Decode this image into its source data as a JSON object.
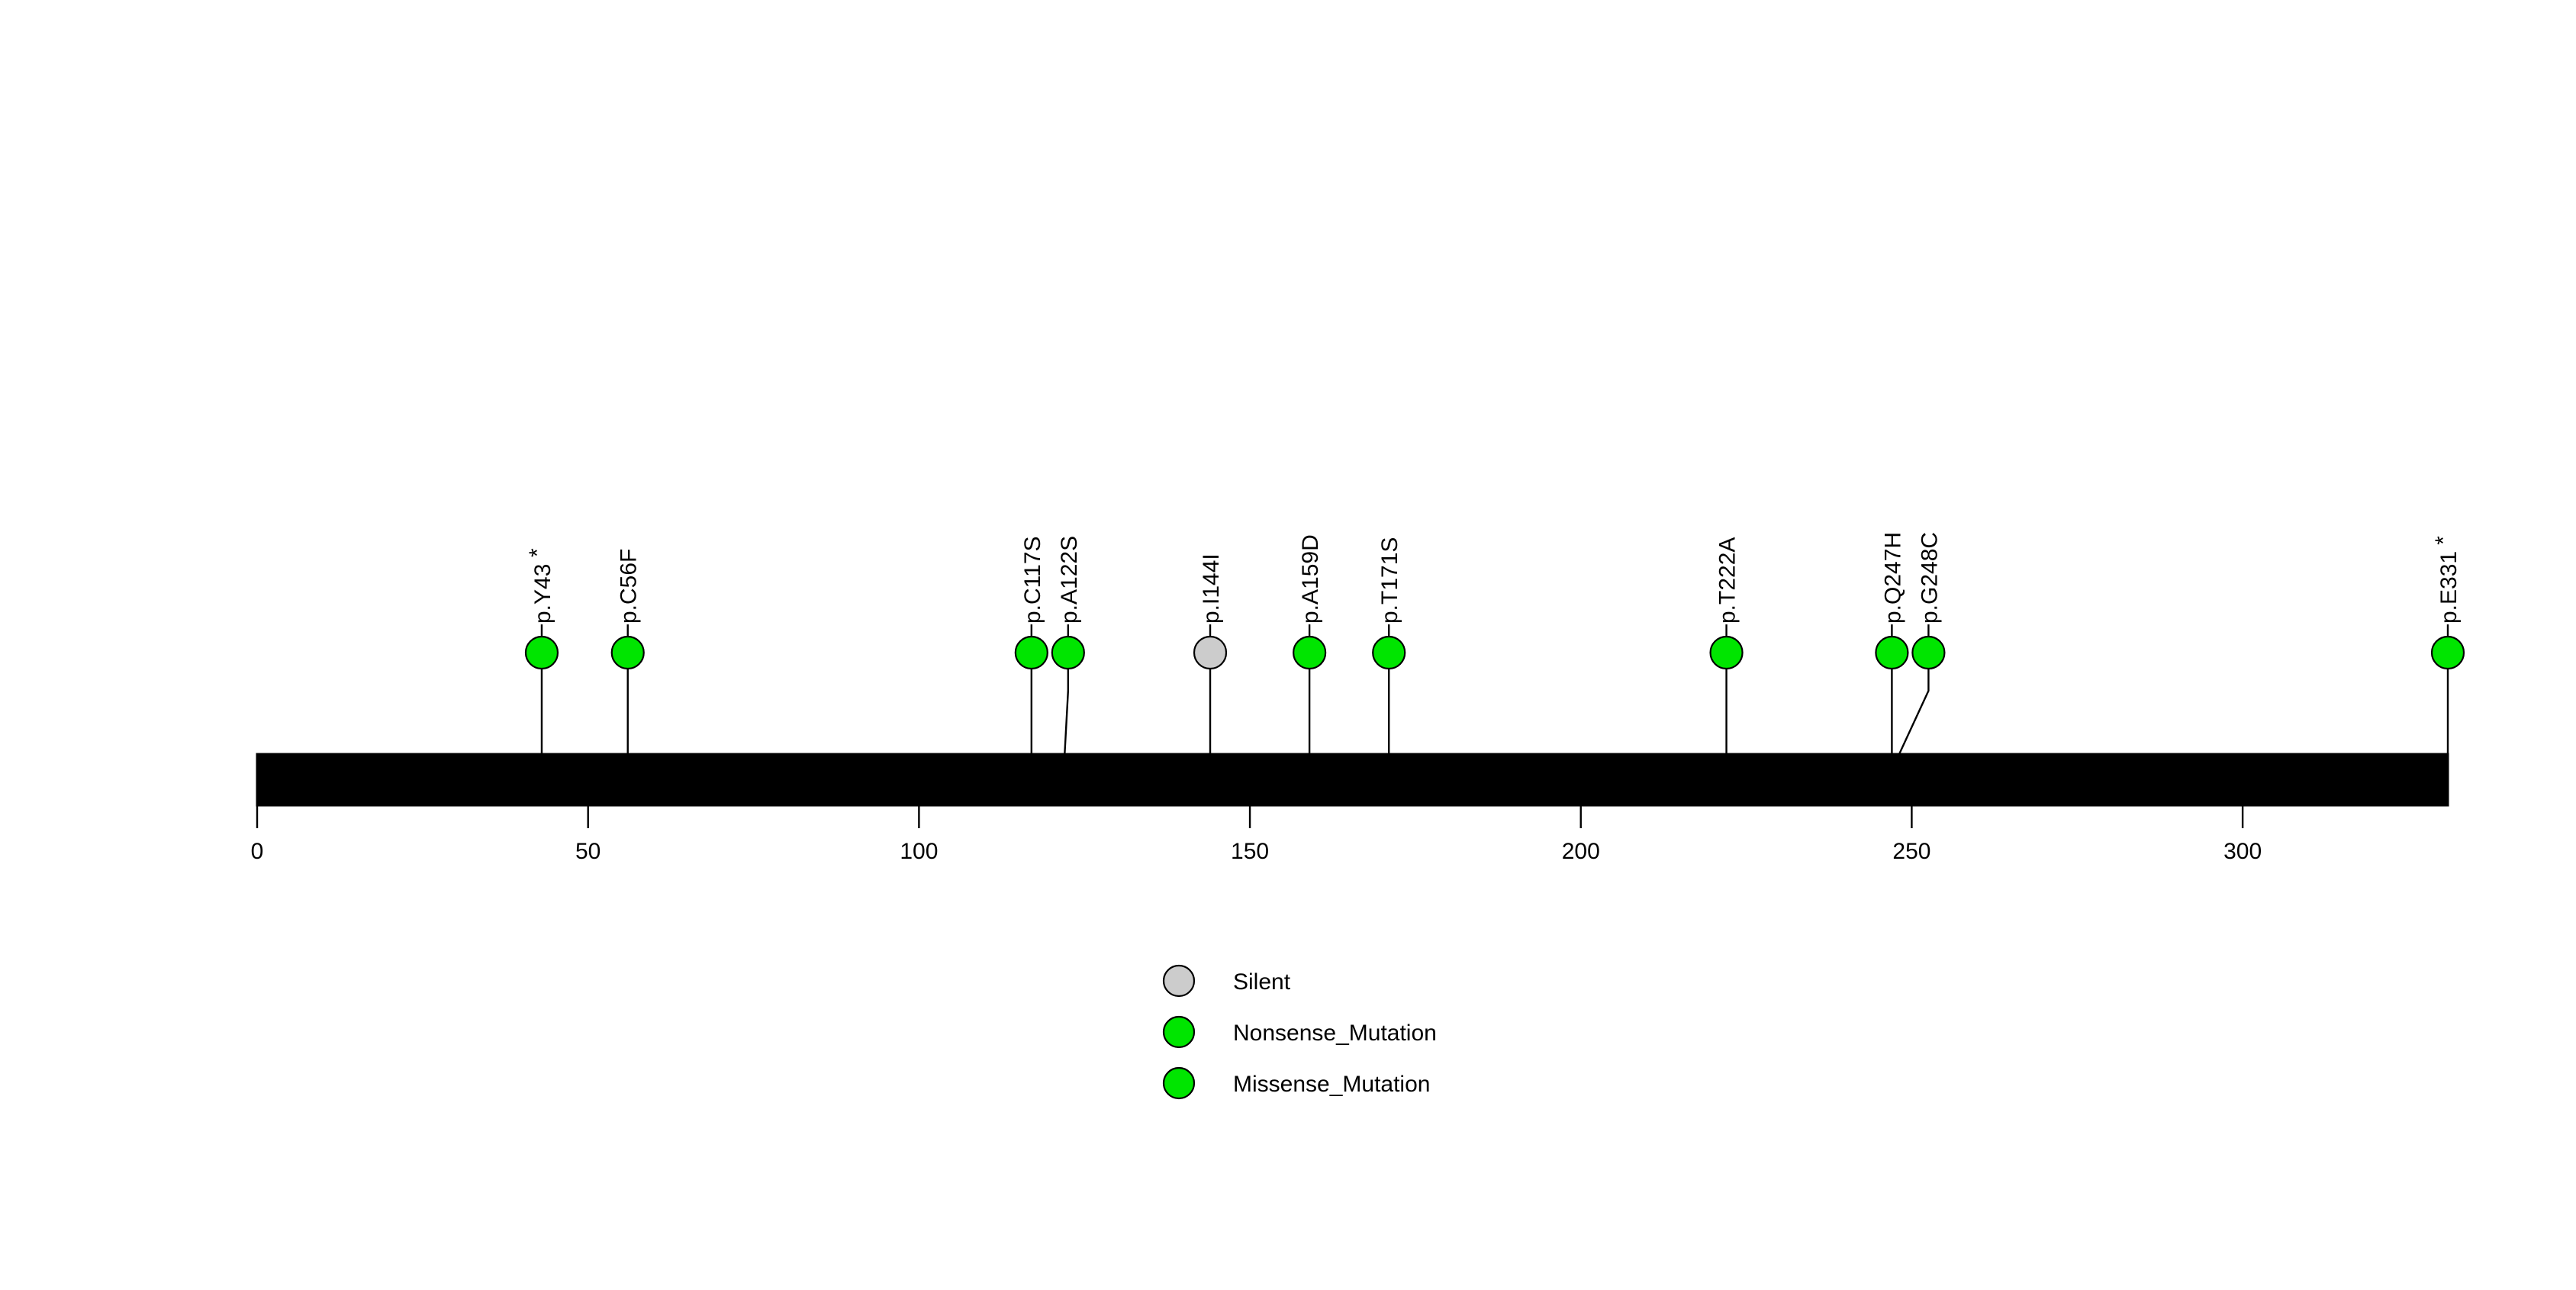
{
  "chart_data": {
    "type": "scatter",
    "plot_kind": "lollipop-protein-mutation-diagram",
    "title": "",
    "xlabel": "",
    "ylabel": "",
    "xlim": [
      0,
      331
    ],
    "grid": false,
    "legend_position": "bottom-center",
    "protein": {
      "length": 331,
      "domain_label": "",
      "color": "#9CBD1B",
      "border_color": "#000000"
    },
    "axis": {
      "ticks": [
        0,
        50,
        100,
        150,
        200,
        250,
        300
      ],
      "tick_labels": [
        "0",
        "50",
        "100",
        "150",
        "200",
        "250",
        "300"
      ]
    },
    "categories": [
      "p.Y43*",
      "p.C56F",
      "p.C117S",
      "p.A122S",
      "p.I144I",
      "p.A159D",
      "p.T171S",
      "p.T222A",
      "p.Q247H",
      "p.G248C",
      "p.E331*"
    ],
    "x": [
      43,
      56,
      117,
      122,
      144,
      159,
      171,
      222,
      247,
      248,
      331
    ],
    "values": [
      1,
      1,
      1,
      1,
      1,
      1,
      1,
      1,
      1,
      1,
      1
    ],
    "mutations": [
      {
        "label": "p.Y43",
        "suffix": "*",
        "position": 43,
        "type": "Nonsense_Mutation",
        "color": "#00E500",
        "count": 1
      },
      {
        "label": "p.C56F",
        "suffix": "",
        "position": 56,
        "type": "Missense_Mutation",
        "color": "#00E500",
        "count": 1
      },
      {
        "label": "p.C117S",
        "suffix": "",
        "position": 117,
        "type": "Missense_Mutation",
        "color": "#00E500",
        "count": 1
      },
      {
        "label": "p.A122S",
        "suffix": "",
        "position": 122,
        "type": "Missense_Mutation",
        "color": "#00E500",
        "count": 1
      },
      {
        "label": "p.I144I",
        "suffix": "",
        "position": 144,
        "type": "Silent",
        "color": "#CCCCCC",
        "count": 1
      },
      {
        "label": "p.A159D",
        "suffix": "",
        "position": 159,
        "type": "Missense_Mutation",
        "color": "#00E500",
        "count": 1
      },
      {
        "label": "p.T171S",
        "suffix": "",
        "position": 171,
        "type": "Missense_Mutation",
        "color": "#00E500",
        "count": 1
      },
      {
        "label": "p.T222A",
        "suffix": "",
        "position": 222,
        "type": "Missense_Mutation",
        "color": "#00E500",
        "count": 1
      },
      {
        "label": "p.Q247H",
        "suffix": "",
        "position": 247,
        "type": "Missense_Mutation",
        "color": "#00E500",
        "count": 1
      },
      {
        "label": "p.G248C",
        "suffix": "",
        "position": 248,
        "type": "Missense_Mutation",
        "color": "#00E500",
        "count": 1
      },
      {
        "label": "p.E331",
        "suffix": "*",
        "position": 331,
        "type": "Nonsense_Mutation",
        "color": "#00E500",
        "count": 1
      }
    ],
    "legend": [
      {
        "label": "Silent",
        "color": "#CCCCCC"
      },
      {
        "label": "Nonsense_Mutation",
        "color": "#00E500"
      },
      {
        "label": "Missense_Mutation",
        "color": "#00E500"
      }
    ]
  }
}
